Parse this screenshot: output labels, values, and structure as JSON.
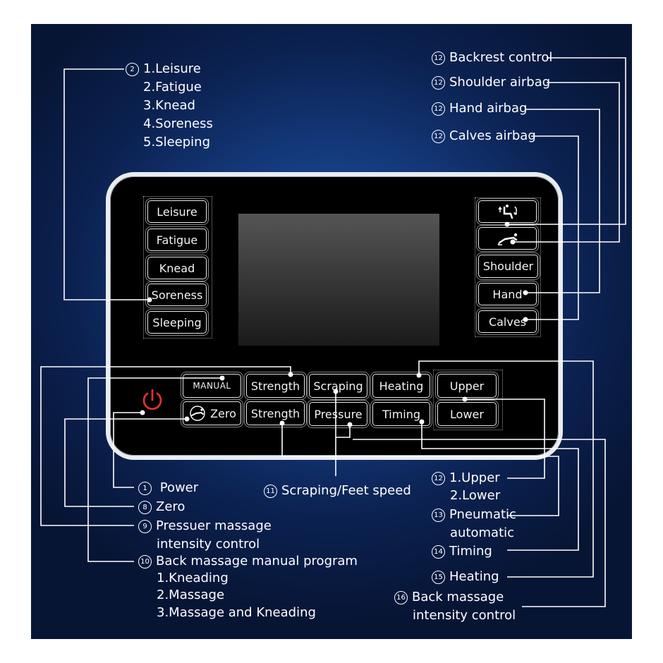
{
  "buttons": {
    "leisure": "Leisure",
    "fatigue": "Fatigue",
    "knead": "Knead",
    "soreness": "Soreness",
    "sleeping": "Sleeping",
    "shoulder": "Shoulder",
    "hand": "Hand",
    "calves": "Calves",
    "manual": "MANUAL",
    "strength_top": "Strength",
    "scraping": "Scraping",
    "heating": "Heating",
    "upper": "Upper",
    "zero": "Zero",
    "strength_bottom": "Strength",
    "pressure": "Pressure",
    "timing": "Timing",
    "lower": "Lower"
  },
  "callouts": {
    "modes": {
      "num": "2",
      "lines": [
        "1.Leisure",
        "2.Fatigue",
        "3.Knead",
        "4.Soreness",
        "5.Sleeping"
      ]
    },
    "backrest": {
      "num": "12",
      "text": "Backrest control"
    },
    "shoulder": {
      "num": "12",
      "text": "Shoulder airbag"
    },
    "hand": {
      "num": "12",
      "text": "Hand airbag"
    },
    "calves": {
      "num": "12",
      "text": "Calves airbag"
    },
    "power": {
      "num": "1",
      "text": "Power"
    },
    "zero": {
      "num": "8",
      "text": "Zero"
    },
    "pressure": {
      "num": "9",
      "lines": [
        "Pressuer massage",
        "intensity control"
      ]
    },
    "manual": {
      "num": "10",
      "lines": [
        "Back massage manual program",
        "1.Kneading",
        "2.Massage",
        "3.Massage and Kneading"
      ]
    },
    "scraping": {
      "num": "11",
      "text": "Scraping/Feet speed"
    },
    "upper_lower": {
      "num": "12",
      "lines": [
        "1.Upper",
        "2.Lower"
      ]
    },
    "pneumatic": {
      "num": "13",
      "lines": [
        "Pneumatic",
        "automatic"
      ]
    },
    "timing": {
      "num": "14",
      "text": "Timing"
    },
    "heating": {
      "num": "15",
      "text": "Heating"
    },
    "intensity": {
      "num": "16",
      "lines": [
        "Back massage",
        "intensity control"
      ]
    }
  },
  "colors": {
    "background_center": "#2a5aa8",
    "background_edge": "#071535",
    "panel": "#000000",
    "bezel": "#e9ecf1",
    "power_icon": "#e03030",
    "text": "#ffffff"
  },
  "icons": {
    "power": "power-icon",
    "backrest": "backrest-icon",
    "recline": "recline-icon",
    "zero": "zero-gravity-icon"
  }
}
